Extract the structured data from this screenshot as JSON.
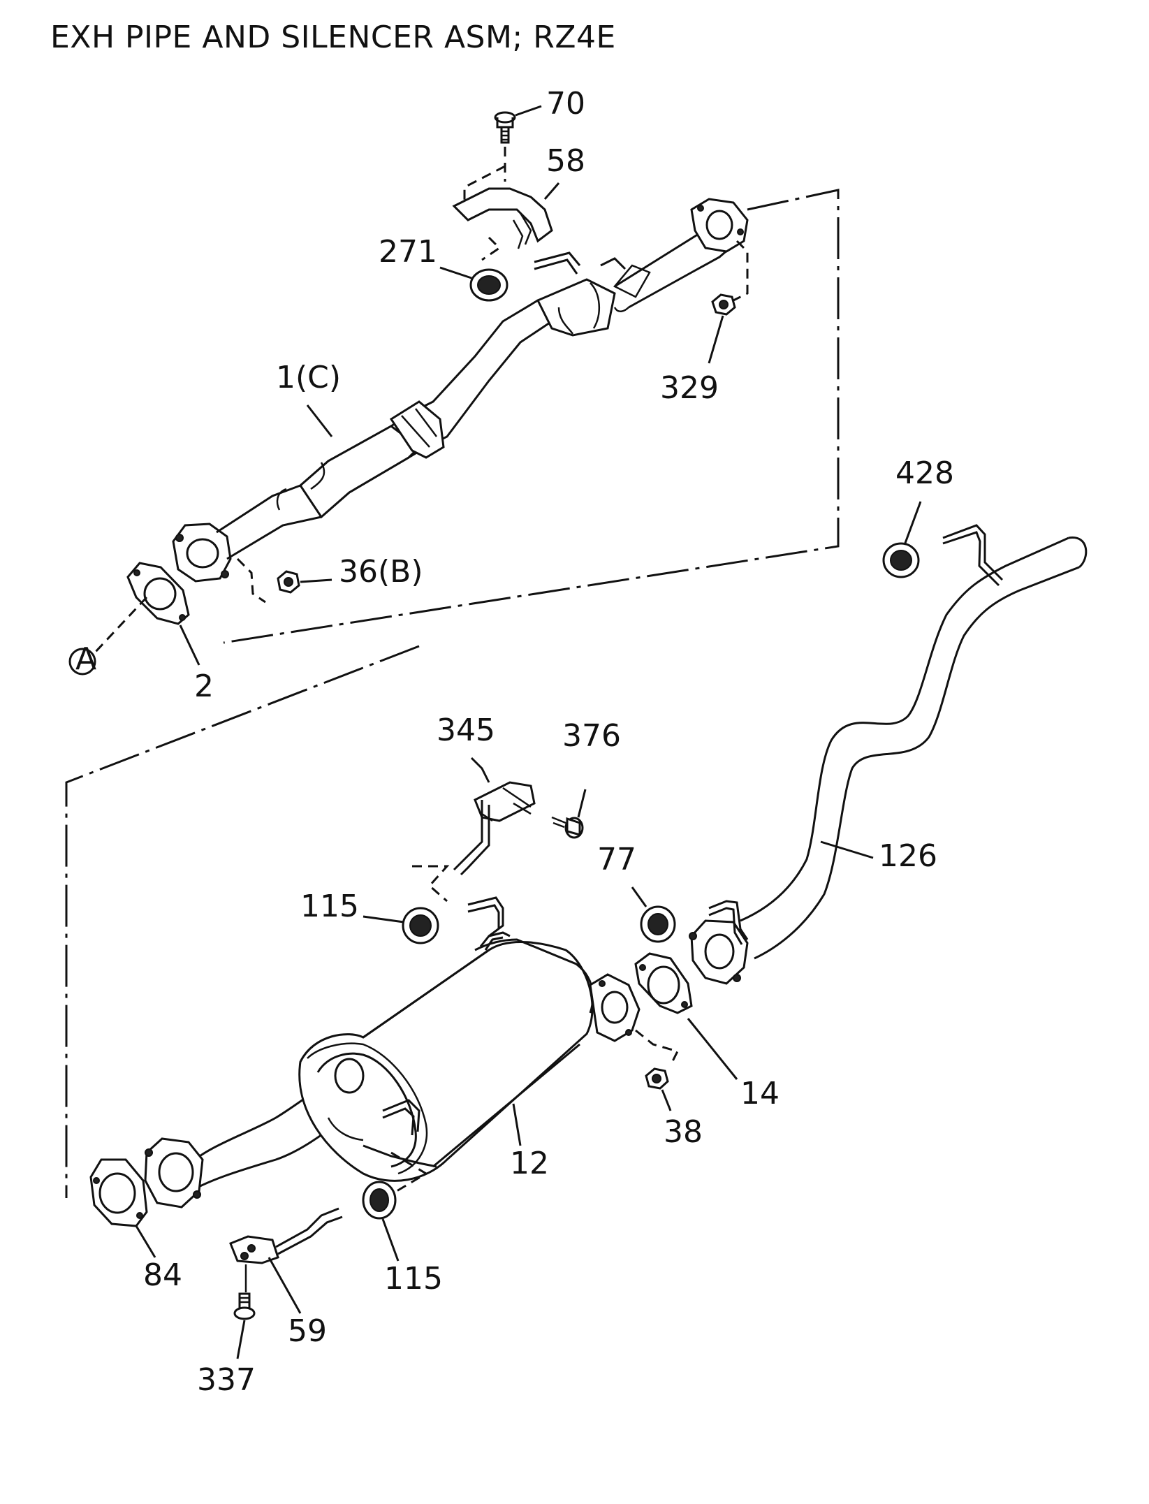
{
  "title": "EXH PIPE AND SILENCER ASM; RZ4E",
  "callouts": {
    "c70": "70",
    "c58": "58",
    "c271": "271",
    "c329": "329",
    "c1c": "1(C)",
    "c36b": "36(B)",
    "c2": "2",
    "cA": "A",
    "c428": "428",
    "c345": "345",
    "c376": "376",
    "c77": "77",
    "c126": "126",
    "c115a": "115",
    "c14": "14",
    "c38": "38",
    "c12": "12",
    "c84": "84",
    "c115b": "115",
    "c59": "59",
    "c337": "337"
  }
}
